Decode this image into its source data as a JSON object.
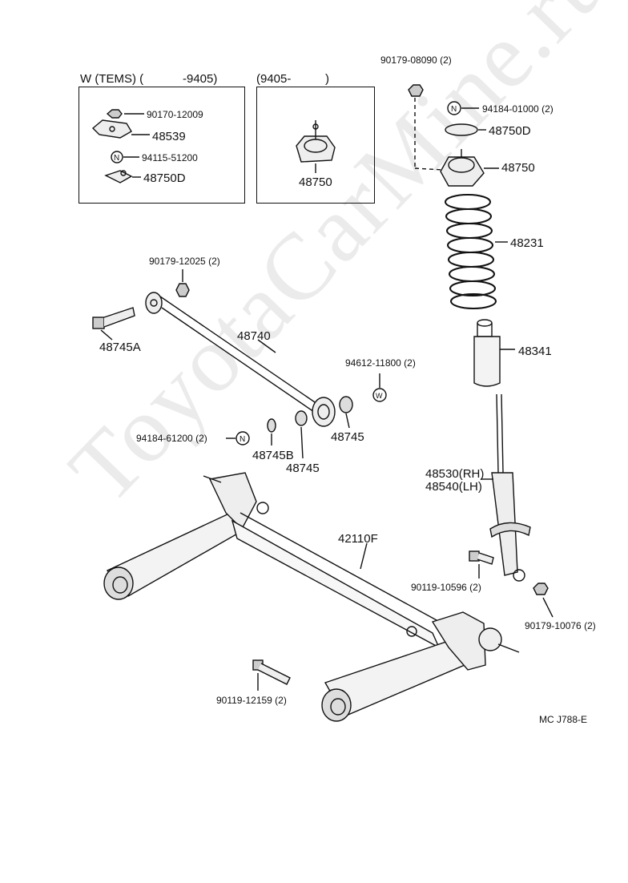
{
  "header": {
    "variant_left": "W (TEMS) (",
    "variant_left_range": "-9405)",
    "variant_right": "(9405-",
    "variant_right_end": ")"
  },
  "left_box": {
    "parts": [
      "90170-12009",
      "48539",
      "94115-51200",
      "48750D"
    ]
  },
  "right_box": {
    "parts": [
      "48750"
    ]
  },
  "callouts": {
    "p90179_08090": "90179-08090 (2)",
    "p94184_01000": "94184-01000 (2)",
    "p48750D": "48750D",
    "p48750": "48750",
    "p48231": "48231",
    "p48341": "48341",
    "p90179_12025": "90179-12025 (2)",
    "p48745A": "48745A",
    "p48740": "48740",
    "p94612_11800": "94612-11800 (2)",
    "p94184_61200": "94184-61200 (2)",
    "p48745B": "48745B",
    "p48745_a": "48745",
    "p48745_b": "48745",
    "p48530": "48530(RH)",
    "p48540": "48540(LH)",
    "p42110F": "42110F",
    "p90119_10596": "90119-10596 (2)",
    "p90179_10076": "90179-10076 (2)",
    "p90119_12159": "90119-12159 (2)"
  },
  "symbols": {
    "n": "N",
    "w": "W"
  },
  "footer": {
    "code": "MC J788-E"
  },
  "watermark": "ToyotaCarMine.ru"
}
